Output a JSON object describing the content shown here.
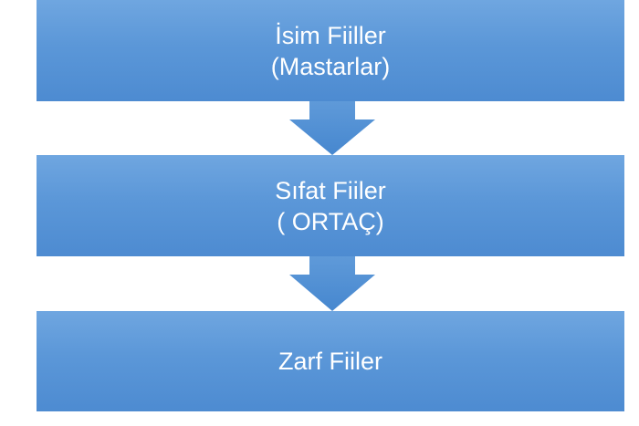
{
  "diagram": {
    "colors": {
      "box": "#5b97d8",
      "arrow": "#4d8bd1",
      "text": "#ffffff"
    },
    "steps": [
      {
        "line1": "İsim Fiiller",
        "line2": "(Mastarlar)"
      },
      {
        "line1": "Sıfat Fiiler",
        "line2": "( ORTAÇ)"
      },
      {
        "line1": "Zarf Fiiler",
        "line2": ""
      }
    ]
  }
}
